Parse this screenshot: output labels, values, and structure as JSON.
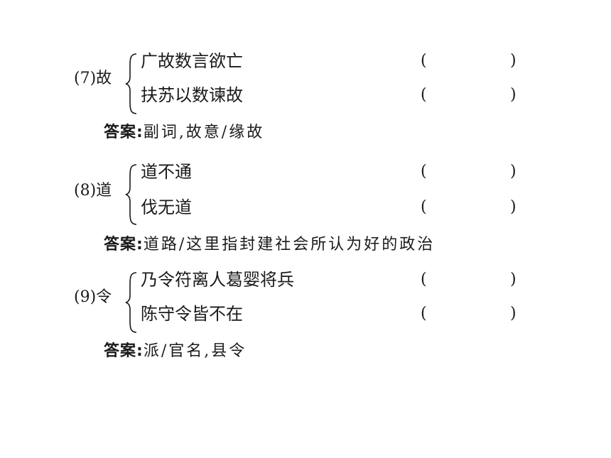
{
  "items": [
    {
      "label": "(7)故",
      "senses": [
        "广故数言欲亡",
        "扶苏以数谏故"
      ],
      "paren_open": "(",
      "paren_close": ")",
      "answer_label": "答案:",
      "answer_text": "副词,故意/缘故"
    },
    {
      "label": "(8)道",
      "senses": [
        "道不通",
        "伐无道"
      ],
      "paren_open": "(",
      "paren_close": ")",
      "answer_label": "答案:",
      "answer_text": "道路/这里指封建社会所认为好的政治"
    },
    {
      "label": "(9)令",
      "senses": [
        "乃令符离人葛婴将兵",
        "陈守令皆不在"
      ],
      "paren_open": "(",
      "paren_close": ")",
      "answer_label": "答案:",
      "answer_text": "派/官名,县令"
    }
  ]
}
